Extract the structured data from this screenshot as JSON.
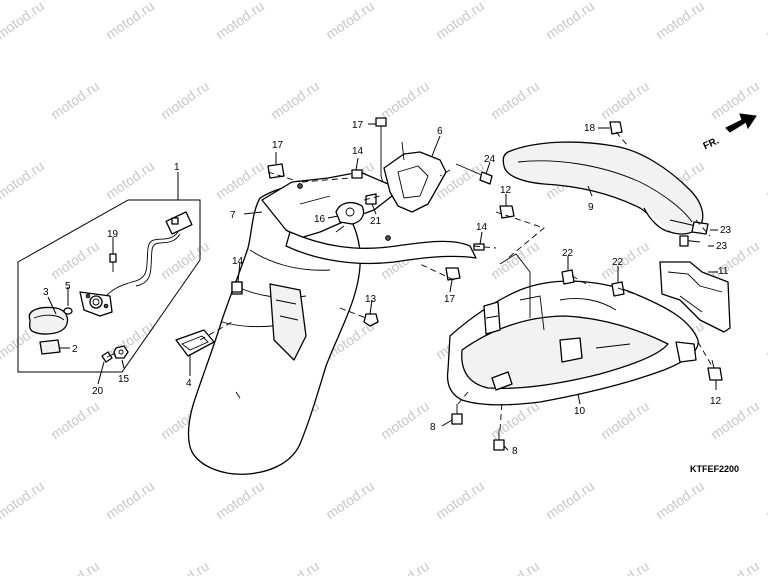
{
  "watermark": "motod.ru",
  "diagram_code": "KTFEF2200",
  "direction_label": "FR.",
  "callouts": [
    {
      "id": "c1",
      "label": "1"
    },
    {
      "id": "c2",
      "label": "2"
    },
    {
      "id": "c3",
      "label": "3"
    },
    {
      "id": "c4",
      "label": "4"
    },
    {
      "id": "c5",
      "label": "5"
    },
    {
      "id": "c6",
      "label": "6"
    },
    {
      "id": "c7",
      "label": "7"
    },
    {
      "id": "c8a",
      "label": "8"
    },
    {
      "id": "c8b",
      "label": "8"
    },
    {
      "id": "c9",
      "label": "9"
    },
    {
      "id": "c10",
      "label": "10"
    },
    {
      "id": "c11",
      "label": "11"
    },
    {
      "id": "c12a",
      "label": "12"
    },
    {
      "id": "c12b",
      "label": "12"
    },
    {
      "id": "c13",
      "label": "13"
    },
    {
      "id": "c14a",
      "label": "14"
    },
    {
      "id": "c14b",
      "label": "14"
    },
    {
      "id": "c14c",
      "label": "14"
    },
    {
      "id": "c15",
      "label": "15"
    },
    {
      "id": "c16",
      "label": "16"
    },
    {
      "id": "c17a",
      "label": "17"
    },
    {
      "id": "c17b",
      "label": "17"
    },
    {
      "id": "c17c",
      "label": "17"
    },
    {
      "id": "c18",
      "label": "18"
    },
    {
      "id": "c19",
      "label": "19"
    },
    {
      "id": "c20",
      "label": "20"
    },
    {
      "id": "c21",
      "label": "21"
    },
    {
      "id": "c22a",
      "label": "22"
    },
    {
      "id": "c22b",
      "label": "22"
    },
    {
      "id": "c23a",
      "label": "23"
    },
    {
      "id": "c23b",
      "label": "23"
    },
    {
      "id": "c24",
      "label": "24"
    }
  ]
}
